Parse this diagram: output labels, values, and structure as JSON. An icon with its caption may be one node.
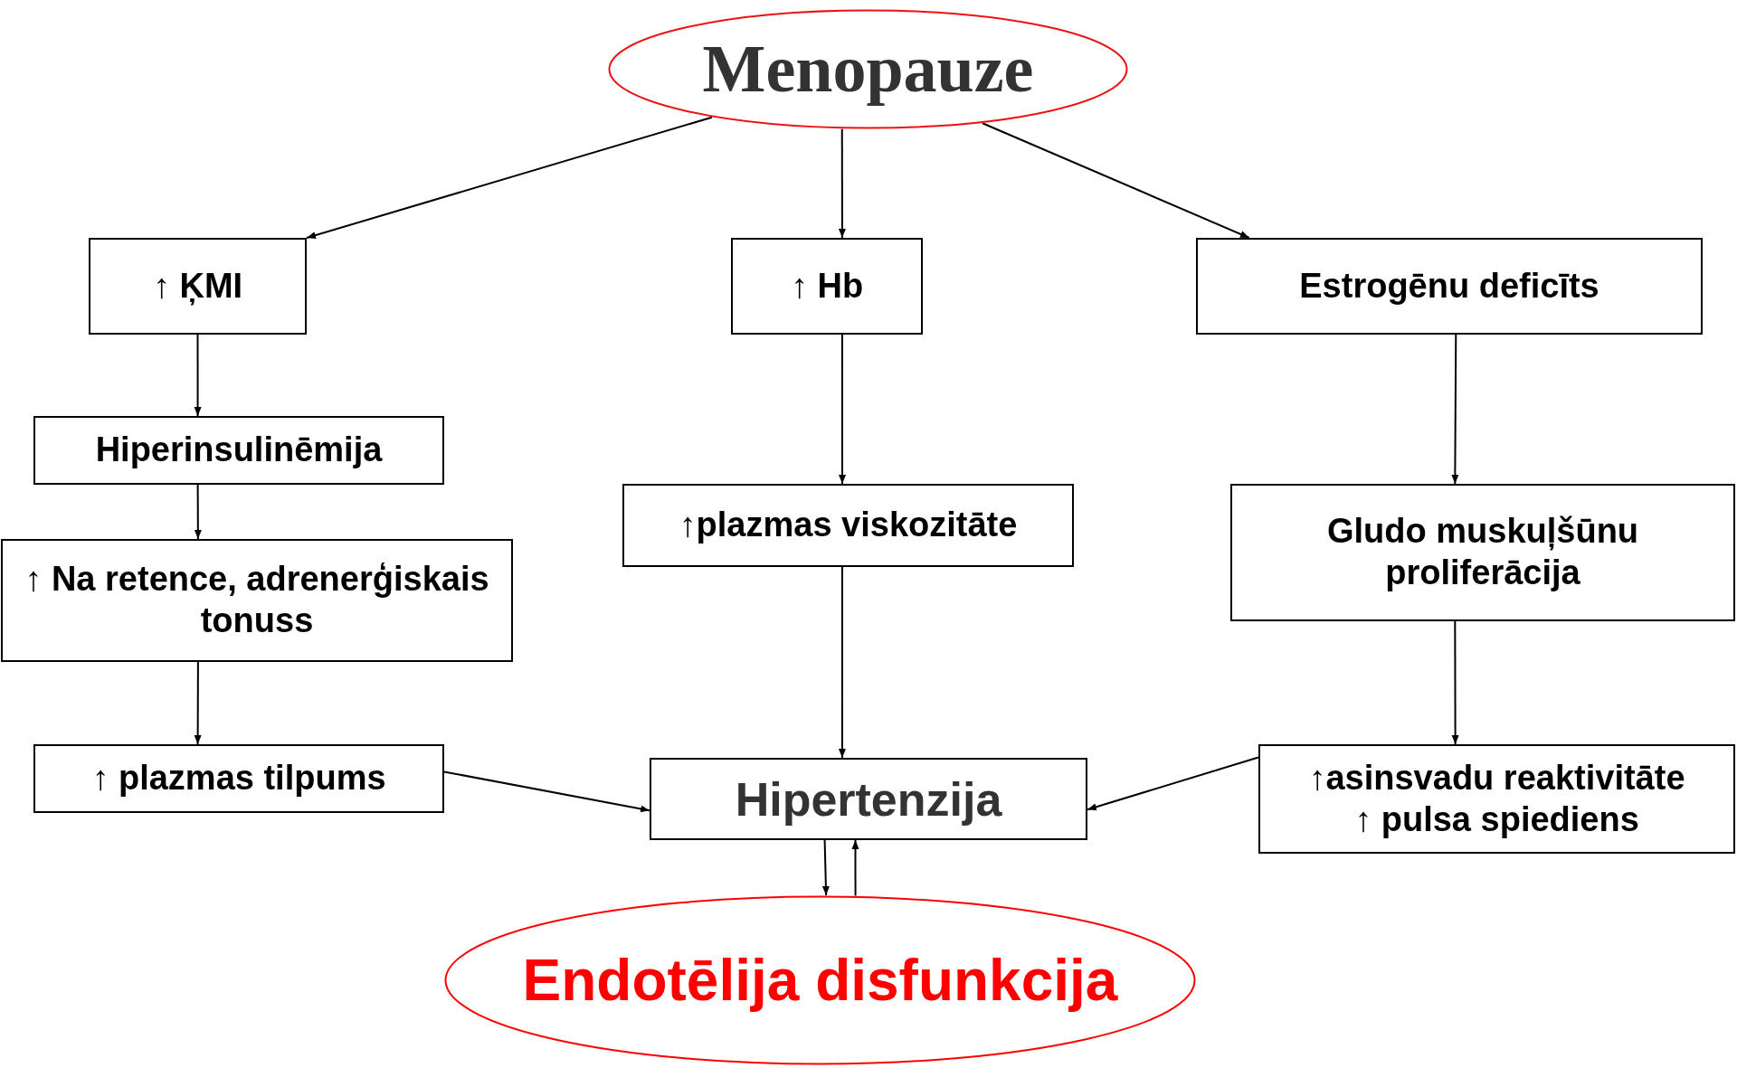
{
  "diagram": {
    "nodes": [
      {
        "text": [
          "Menopauze"
        ]
      },
      {
        "text": [
          "↑ ĶMI"
        ]
      },
      {
        "text": [
          "↑ Hb"
        ]
      },
      {
        "text": [
          "Estrogēnu deficīts"
        ]
      },
      {
        "text": [
          "Hiperinsulinēmija"
        ]
      },
      {
        "text": [
          "↑ Na retence, adrenerģiskais tonuss"
        ]
      },
      {
        "text": [
          "↑ plazmas tilpums"
        ]
      },
      {
        "text": [
          "↑plazmas viskozitāte"
        ]
      },
      {
        "text": [
          "Gludo muskuļšūnu proliferācija"
        ]
      },
      {
        "text": [
          "Hipertenzija"
        ]
      },
      {
        "text": [
          "↑asinsvadu reaktivitāte",
          "↑ pulsa spiediens"
        ]
      },
      {
        "text": [
          "Endotēlija disfunkcija"
        ]
      }
    ],
    "edges": [
      {
        "from": 0,
        "to": 1,
        "arrow": "to"
      },
      {
        "from": 0,
        "to": 2,
        "arrow": "to"
      },
      {
        "from": 0,
        "to": 3,
        "arrow": "to"
      },
      {
        "from": 1,
        "to": 4,
        "arrow": "to"
      },
      {
        "from": 4,
        "to": 5,
        "arrow": "to"
      },
      {
        "from": 5,
        "to": 6,
        "arrow": "to"
      },
      {
        "from": 2,
        "to": 7,
        "arrow": "to"
      },
      {
        "from": 3,
        "to": 8,
        "arrow": "to"
      },
      {
        "from": 8,
        "to": 10,
        "arrow": "to"
      },
      {
        "from": 6,
        "to": 9,
        "arrow": "to"
      },
      {
        "from": 7,
        "to": 9,
        "arrow": "to"
      },
      {
        "from": 10,
        "to": 9,
        "arrow": "to"
      },
      {
        "from": 9,
        "to": 11,
        "arrow": "to"
      },
      {
        "from": 11,
        "to": 9,
        "arrow": "to"
      }
    ]
  }
}
